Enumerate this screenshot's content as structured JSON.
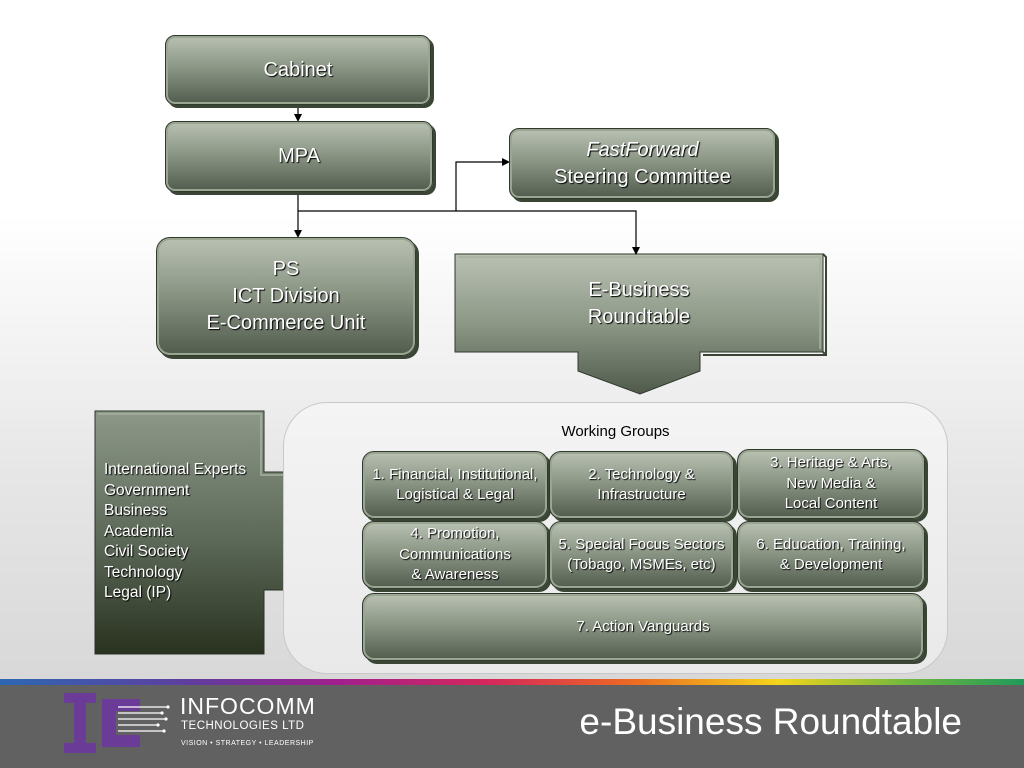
{
  "nodes": {
    "cabinet": "Cabinet",
    "mpa": "MPA",
    "fastforward": {
      "italic": "FastForward",
      "rest": "Steering Committee"
    },
    "ps": [
      "PS",
      "ICT Division",
      "E-Commerce Unit"
    ],
    "roundtable": [
      "E-Business",
      "Roundtable"
    ]
  },
  "stakeholders": [
    "International Experts",
    "Government",
    "Business",
    "Academia",
    "Civil Society",
    "Technology",
    "Legal (IP)"
  ],
  "working_groups": {
    "title": "Working Groups",
    "items": [
      [
        "1. Financial, Institutional,",
        "Logistical & Legal"
      ],
      [
        "2. Technology &",
        "Infrastructure"
      ],
      [
        "3. Heritage & Arts,",
        "New Media &",
        "Local Content"
      ],
      [
        "4. Promotion,",
        "Communications",
        "& Awareness"
      ],
      [
        "5. Special Focus Sectors",
        "(Tobago, MSMEs, etc)"
      ],
      [
        "6. Education, Training,",
        "& Development"
      ],
      [
        "7. Action Vanguards"
      ]
    ]
  },
  "footer": {
    "logo_name": "INFOCOMM",
    "logo_sub": "TECHNOLOGIES LTD",
    "tagline": "VISION • STRATEGY • LEADERSHIP",
    "title": "e-Business Roundtable"
  },
  "colors": {
    "box_light": "#b9c1b3",
    "box_dark": "#525c4e",
    "footer": "#616161",
    "logo_purple": "#6a3c97"
  },
  "icons": {
    "logo_mark": "infocomm-logo-mark-icon",
    "down_arrow": "down-arrow-icon",
    "right_arrow": "right-arrow-icon"
  }
}
